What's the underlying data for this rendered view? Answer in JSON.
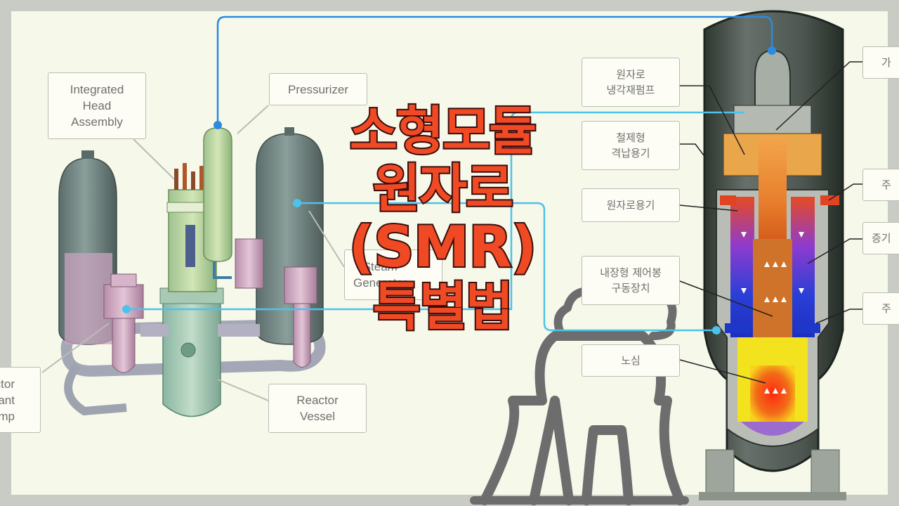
{
  "title": {
    "line1": "소형모듈",
    "line2": "원자로",
    "line3": "(SMR)",
    "line4": "특별법"
  },
  "left_labels": {
    "integrated_head": "Integrated\nHead\nAssembly",
    "pressurizer": "Pressurizer",
    "steam_generator": "Steam\nGenerator",
    "reactor_coolant_pump": "Reactor\nCoolant\nPump",
    "reactor_vessel": "Reactor\nVessel"
  },
  "right_labels": {
    "coolant_pump": "원자로\n냉각재펌프",
    "steel_containment": "철제형\n격납용기",
    "reactor_vessel": "원자로용기",
    "control_rod_drive": "내장형 제어봉\n구동장치",
    "core": "노심",
    "edge_1": "가",
    "edge_2": "주",
    "edge_3": "증기",
    "edge_4": "주"
  },
  "colors": {
    "title_fill": "#ef4a24",
    "title_stroke": "#3a0d0d",
    "connector_blue": "#2a8be0",
    "connector_cyan": "#4cc3ea",
    "background": "#f6f8ea"
  }
}
